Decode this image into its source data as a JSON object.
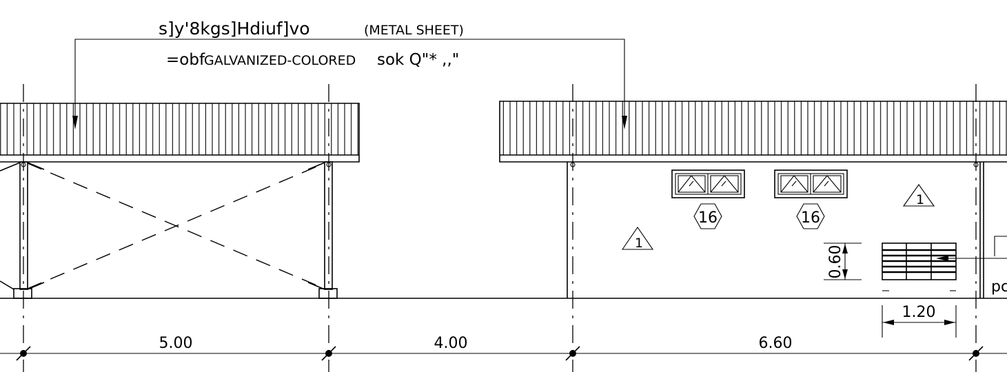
{
  "annotations": {
    "roof_note_line1_code": "s]y'8kgs]Hdiuf]vo",
    "roof_note_line1_en": "(METAL SHEET)",
    "roof_note_line2_prefix": "=obf",
    "roof_note_line2_en": "GALVANIZED-COLORED",
    "roof_note_line2_suffix": "sok Q\"* ,,\"",
    "partial_label": "pc"
  },
  "tags": {
    "window_tag_1": "16",
    "window_tag_2": "16",
    "wall_tag_1": "1",
    "wall_tag_2": "1"
  },
  "dimensions": {
    "span_1": "5.00",
    "span_2": "4.00",
    "span_3": "6.60",
    "vent_height": "0.60",
    "vent_width": "1.20"
  }
}
